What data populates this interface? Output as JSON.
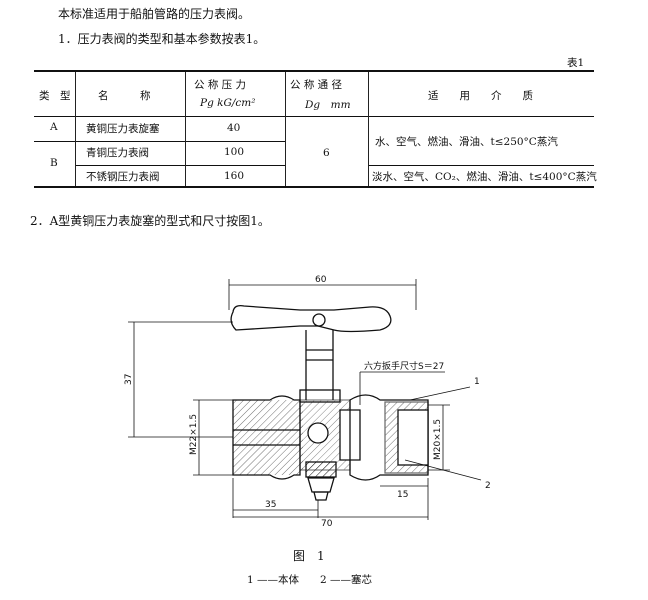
{
  "intro": "本标准适用于船舶管路的压力表阀。",
  "item1": "1．压力表阀的类型和基本参数按表1。",
  "table_label": "表1",
  "table": {
    "headers": {
      "type": "类　型",
      "name": "名　　　称",
      "pressure_title": "公 称 压 力",
      "pressure_unit": "Pg kG/cm²",
      "diameter_title": "公 称 通 径",
      "diameter_unit": "Dg　mm",
      "medium": "适　　用　　介　　质"
    },
    "rows": [
      {
        "type": "A",
        "name": "黄铜压力表旋塞",
        "pressure": "40"
      },
      {
        "name": "青铜压力表阀",
        "pressure": "100"
      },
      {
        "name": "不锈钢压力表阀",
        "pressure": "160"
      }
    ],
    "type_b": "B",
    "diameter": "6",
    "medium_1": "水、空气、燃油、滑油、t≤250°C蒸汽",
    "medium_2": "淡水、空气、CO₂、燃油、滑油、t≤400°C蒸汽"
  },
  "item2": "2．A型黄铜压力表旋塞的型式和尺寸按图1。",
  "drawing": {
    "dim_top": "60",
    "dim_height": "37",
    "dim_thread_left": "M22×1.5",
    "dim_thread_right": "M20×1.5",
    "hex_note": "六方扳手尺寸S＝27",
    "callout_1": "1",
    "callout_2": "2",
    "dim_35": "35",
    "dim_15": "15",
    "dim_70": "70"
  },
  "figure_title": "图　1",
  "figure_legend": "1 ——本体　　2 ——塞芯"
}
